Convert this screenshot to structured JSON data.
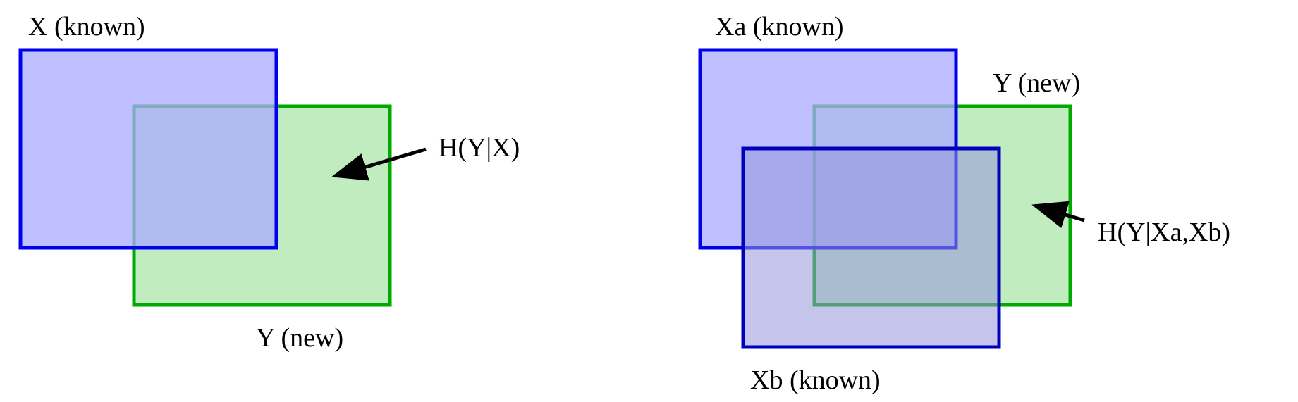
{
  "left_panel": {
    "x_label": "X (known)",
    "y_label": "Y (new)",
    "entropy_label": "H(Y|X)"
  },
  "right_panel": {
    "xa_label": "Xa (known)",
    "xb_label": "Xb (known)",
    "y_label": "Y (new)",
    "entropy_label": "H(Y|Xa,Xb)"
  },
  "colors": {
    "known_stroke": "#0000ee",
    "known_fill": "#c0c0ff",
    "xb_stroke": "#0000bb",
    "xb_fill": "rgba(140,140,210,0.45)",
    "new_stroke": "#00aa00",
    "new_fill": "#c0ecc0",
    "arrow": "#000000"
  }
}
